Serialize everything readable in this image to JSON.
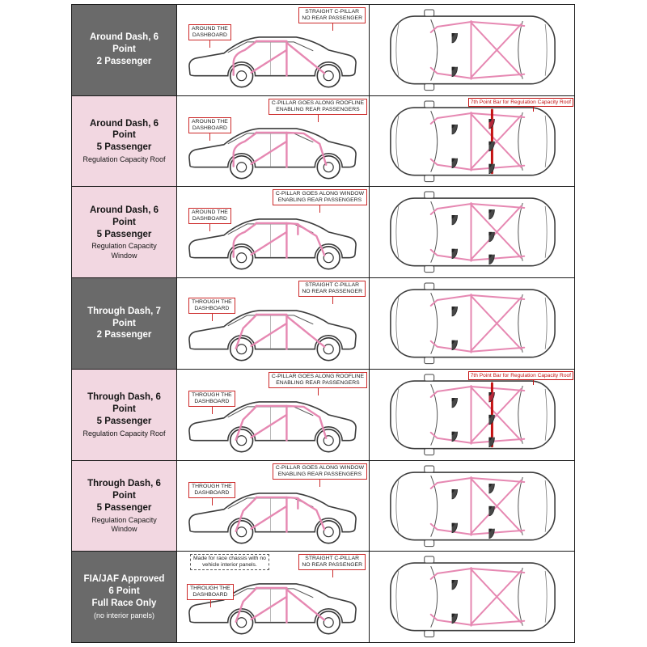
{
  "colors": {
    "label_dark_bg": "#6a6a6a",
    "label_pink_bg": "#f2d7e1",
    "cage_pink": "#e688b2",
    "annotation_red": "#c41111",
    "border_black": "#1a1a1a"
  },
  "rows": [
    {
      "id": "around-dash-6pt-2pass",
      "theme": "dark",
      "label": {
        "l1": "Around Dash, 6 Point",
        "l2": "2 Passenger"
      },
      "side": {
        "c1": "AROUND THE\nDASHBOARD",
        "c2": "STRAIGHT C-PILLAR\nNO REAR PASSENGER",
        "cage": "straight-c-pillar",
        "passengers": 2
      },
      "top": {
        "passengers": 2
      }
    },
    {
      "id": "around-dash-6pt-5pass-roof",
      "theme": "pink",
      "label": {
        "l1": "Around Dash, 6 Point",
        "l2": "5 Passenger",
        "sub": "Regulation Capacity Roof"
      },
      "side": {
        "c1": "AROUND THE\nDASHBOARD",
        "c2": "C-PILLAR GOES ALONG ROOFLINE\nENABLING REAR PASSENGERS",
        "cage": "c-pillar-along-roofline",
        "passengers": 5
      },
      "top": {
        "note": "7th Point Bar for Regulation Capacity Roof",
        "passengers": 5
      }
    },
    {
      "id": "around-dash-6pt-5pass-window",
      "theme": "pink",
      "label": {
        "l1": "Around Dash, 6 Point",
        "l2": "5 Passenger",
        "sub": "Regulation Capacity Window"
      },
      "side": {
        "c1": "AROUND THE\nDASHBOARD",
        "c2": "C-PILLAR GOES ALONG WINDOW\nENABLING REAR PASSENGERS",
        "cage": "c-pillar-along-window",
        "passengers": 5
      },
      "top": {
        "passengers": 5
      }
    },
    {
      "id": "through-dash-7pt-2pass",
      "theme": "dark",
      "label": {
        "l1": "Through Dash, 7 Point",
        "l2": "2 Passenger"
      },
      "side": {
        "c1": "THROUGH THE\nDASHBOARD",
        "c2": "STRAIGHT C-PILLAR\nNO REAR PASSENGER",
        "cage": "straight-c-pillar",
        "passengers": 2
      },
      "top": {
        "passengers": 2
      }
    },
    {
      "id": "through-dash-6pt-5pass-roof",
      "theme": "pink",
      "label": {
        "l1": "Through Dash, 6 Point",
        "l2": "5 Passenger",
        "sub": "Regulation Capacity Roof"
      },
      "side": {
        "c1": "THROUGH THE\nDASHBOARD",
        "c2": "C-PILLAR GOES ALONG ROOFLINE\nENABLING REAR PASSENGERS",
        "cage": "c-pillar-along-roofline",
        "passengers": 5
      },
      "top": {
        "note": "7th Point Bar for Regulation Capacity Roof",
        "passengers": 5
      }
    },
    {
      "id": "through-dash-6pt-5pass-window",
      "theme": "pink",
      "label": {
        "l1": "Through Dash, 6 Point",
        "l2": "5 Passenger",
        "sub": "Regulation Capacity Window"
      },
      "side": {
        "c1": "THROUGH THE\nDASHBOARD",
        "c2": "C-PILLAR GOES ALONG WINDOW\nENABLING REAR PASSENGERS",
        "cage": "c-pillar-along-window",
        "passengers": 5
      },
      "top": {
        "passengers": 5
      }
    },
    {
      "id": "fia-jaf-6pt-full-race",
      "theme": "dark",
      "label": {
        "l1": "FIA/JAF Approved",
        "l2": "6 Point",
        "l3": "Full Race Only",
        "sub": "(no interior panels)"
      },
      "side": {
        "note": "Made for race chassis with no\nvehicle interior panels.",
        "c1": "THROUGH THE\nDASHBOARD",
        "c2": "STRAIGHT C-PILLAR\nNO REAR PASSENGER",
        "cage": "straight-c-pillar",
        "passengers": 2
      },
      "top": {
        "passengers": 2
      }
    }
  ]
}
